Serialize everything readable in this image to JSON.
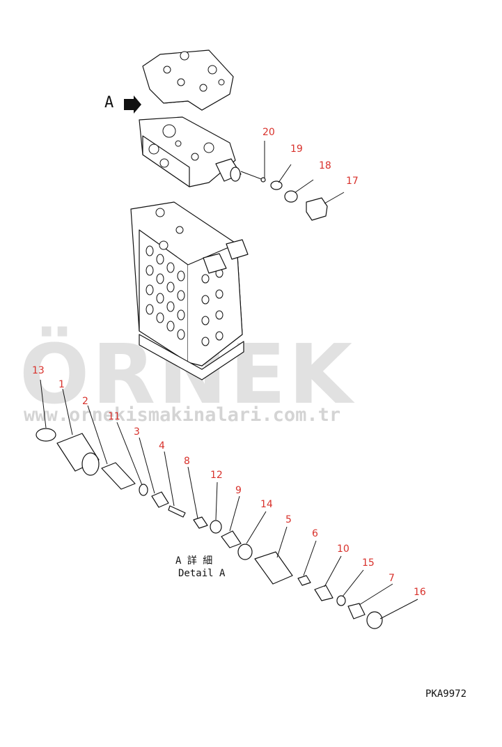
{
  "view_label": "A",
  "detail_label_jp": "A 詳 細",
  "detail_label_en": "Detail A",
  "drawing_code": "PKA9972",
  "watermark": {
    "brand": "ÖRNEK",
    "url": "www.ornekismakinalari.com.tr"
  },
  "callouts": [
    "20",
    "19",
    "18",
    "17",
    "13",
    "1",
    "2",
    "11",
    "3",
    "4",
    "8",
    "12",
    "9",
    "14",
    "5",
    "6",
    "10",
    "15",
    "7",
    "16"
  ],
  "colors": {
    "callout": "#d8312b",
    "line": "#111111",
    "watermark": "#c9c9c9"
  }
}
